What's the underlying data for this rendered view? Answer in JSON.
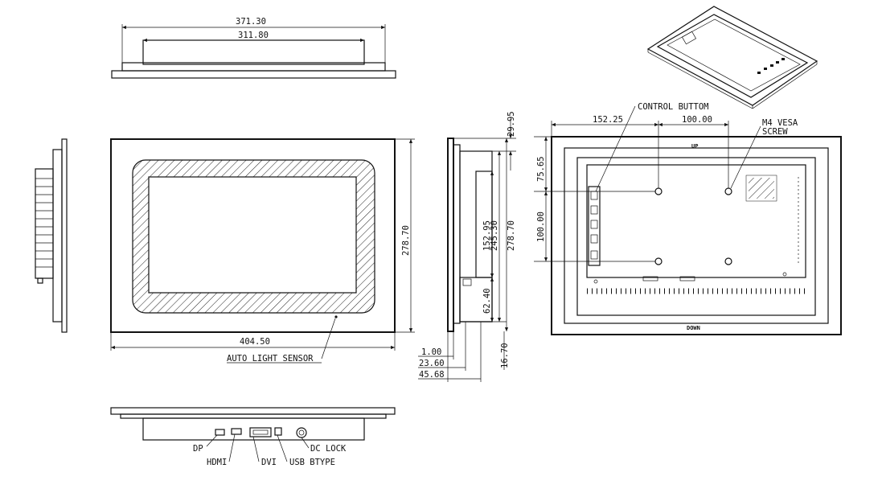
{
  "dimensions": {
    "top_outer": "371.30",
    "top_inner": "311.80",
    "front_width": "404.50",
    "front_height": "278.70",
    "side_top": "29.95",
    "side_152": "152.95",
    "side_245": "245.30",
    "side_278": "278.70",
    "side_62": "62.40",
    "side_16": "16.70",
    "side_1": "1.00",
    "side_23": "23.60",
    "side_45": "45.68",
    "back_152": "152.25",
    "back_100h": "100.00",
    "back_75": "75.65",
    "back_100v": "100.00"
  },
  "labels": {
    "auto_light_sensor": "AUTO LIGHT SENSOR",
    "control_button": "CONTROL BUTTOM",
    "m4_vesa_line1": "M4 VESA",
    "m4_vesa_line2": "SCREW",
    "up_mark": "UP",
    "down_mark": "DOWN",
    "port_dp": "DP",
    "port_hdmi": "HDMI",
    "port_dvi": "DVI",
    "port_usb": "USB BTYPE",
    "port_dc": "DC LOCK"
  }
}
